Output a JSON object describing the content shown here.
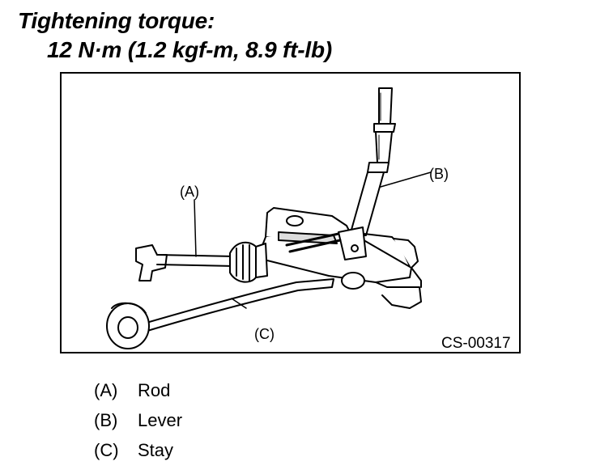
{
  "heading": {
    "line1": "Tightening torque:",
    "line2": "12 N·m (1.2 kgf-m, 8.9 ft-lb)"
  },
  "figure": {
    "callouts": {
      "a": "(A)",
      "b": "(B)",
      "c": "(C)"
    },
    "code": "CS-00317"
  },
  "legend": [
    {
      "key": "(A)",
      "label": "Rod"
    },
    {
      "key": "(B)",
      "label": "Lever"
    },
    {
      "key": "(C)",
      "label": "Stay"
    }
  ]
}
